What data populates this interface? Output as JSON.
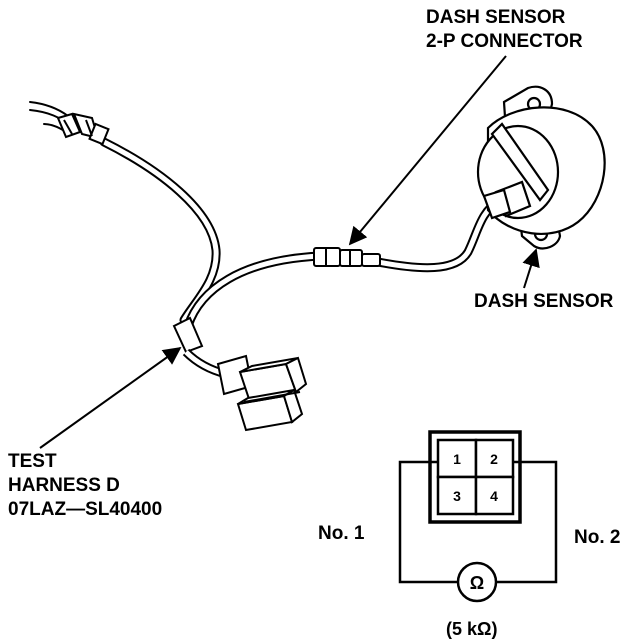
{
  "labels": {
    "dash_connector_line1": "DASH SENSOR",
    "dash_connector_line2": "2-P CONNECTOR",
    "dash_sensor": "DASH SENSOR",
    "harness_line1": "TEST",
    "harness_line2": "HARNESS D",
    "harness_line3": "07LAZ—SL40400",
    "terminal_no1": "No. 1",
    "terminal_no2": "No. 2",
    "ohm_symbol": "Ω",
    "resistance": "(5 kΩ)"
  },
  "connector_pins": [
    "1",
    "2",
    "3",
    "4"
  ],
  "colors": {
    "line": "#000000",
    "background": "#ffffff"
  }
}
